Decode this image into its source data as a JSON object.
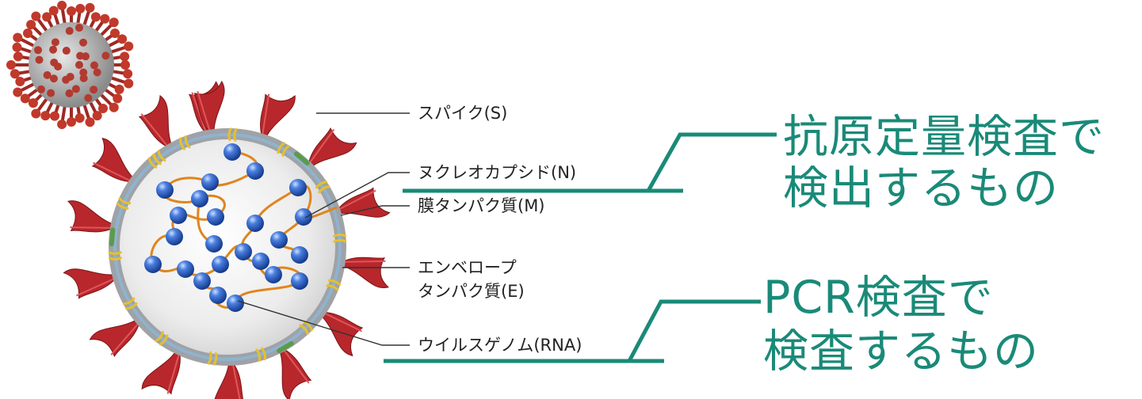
{
  "colors": {
    "accent_teal": "#1a8a78",
    "spike_red": "#b8272b",
    "envelope_gray": "#9fa2a6",
    "membrane_blue": "#8fb3cf",
    "rna_orange": "#e0851d",
    "nucleocapsid_blue": "#2d64c4",
    "e_protein_yellow": "#e8c02a",
    "m_protein_green": "#5a9c4a"
  },
  "labels": {
    "spike": "スパイク(S)",
    "nucleocapsid": "ヌクレオカプシド(N)",
    "membrane": "膜タンパク質(M)",
    "envelope_line1": "エンベロープ",
    "envelope_line2": "タンパク質(E)",
    "genome": "ウイルスゲノム(RNA)"
  },
  "callouts": {
    "antigen_line1": "抗原定量検査で",
    "antigen_line2": "検出するもの",
    "pcr_line1": "PCR検査で",
    "pcr_line2": "検査するもの"
  }
}
